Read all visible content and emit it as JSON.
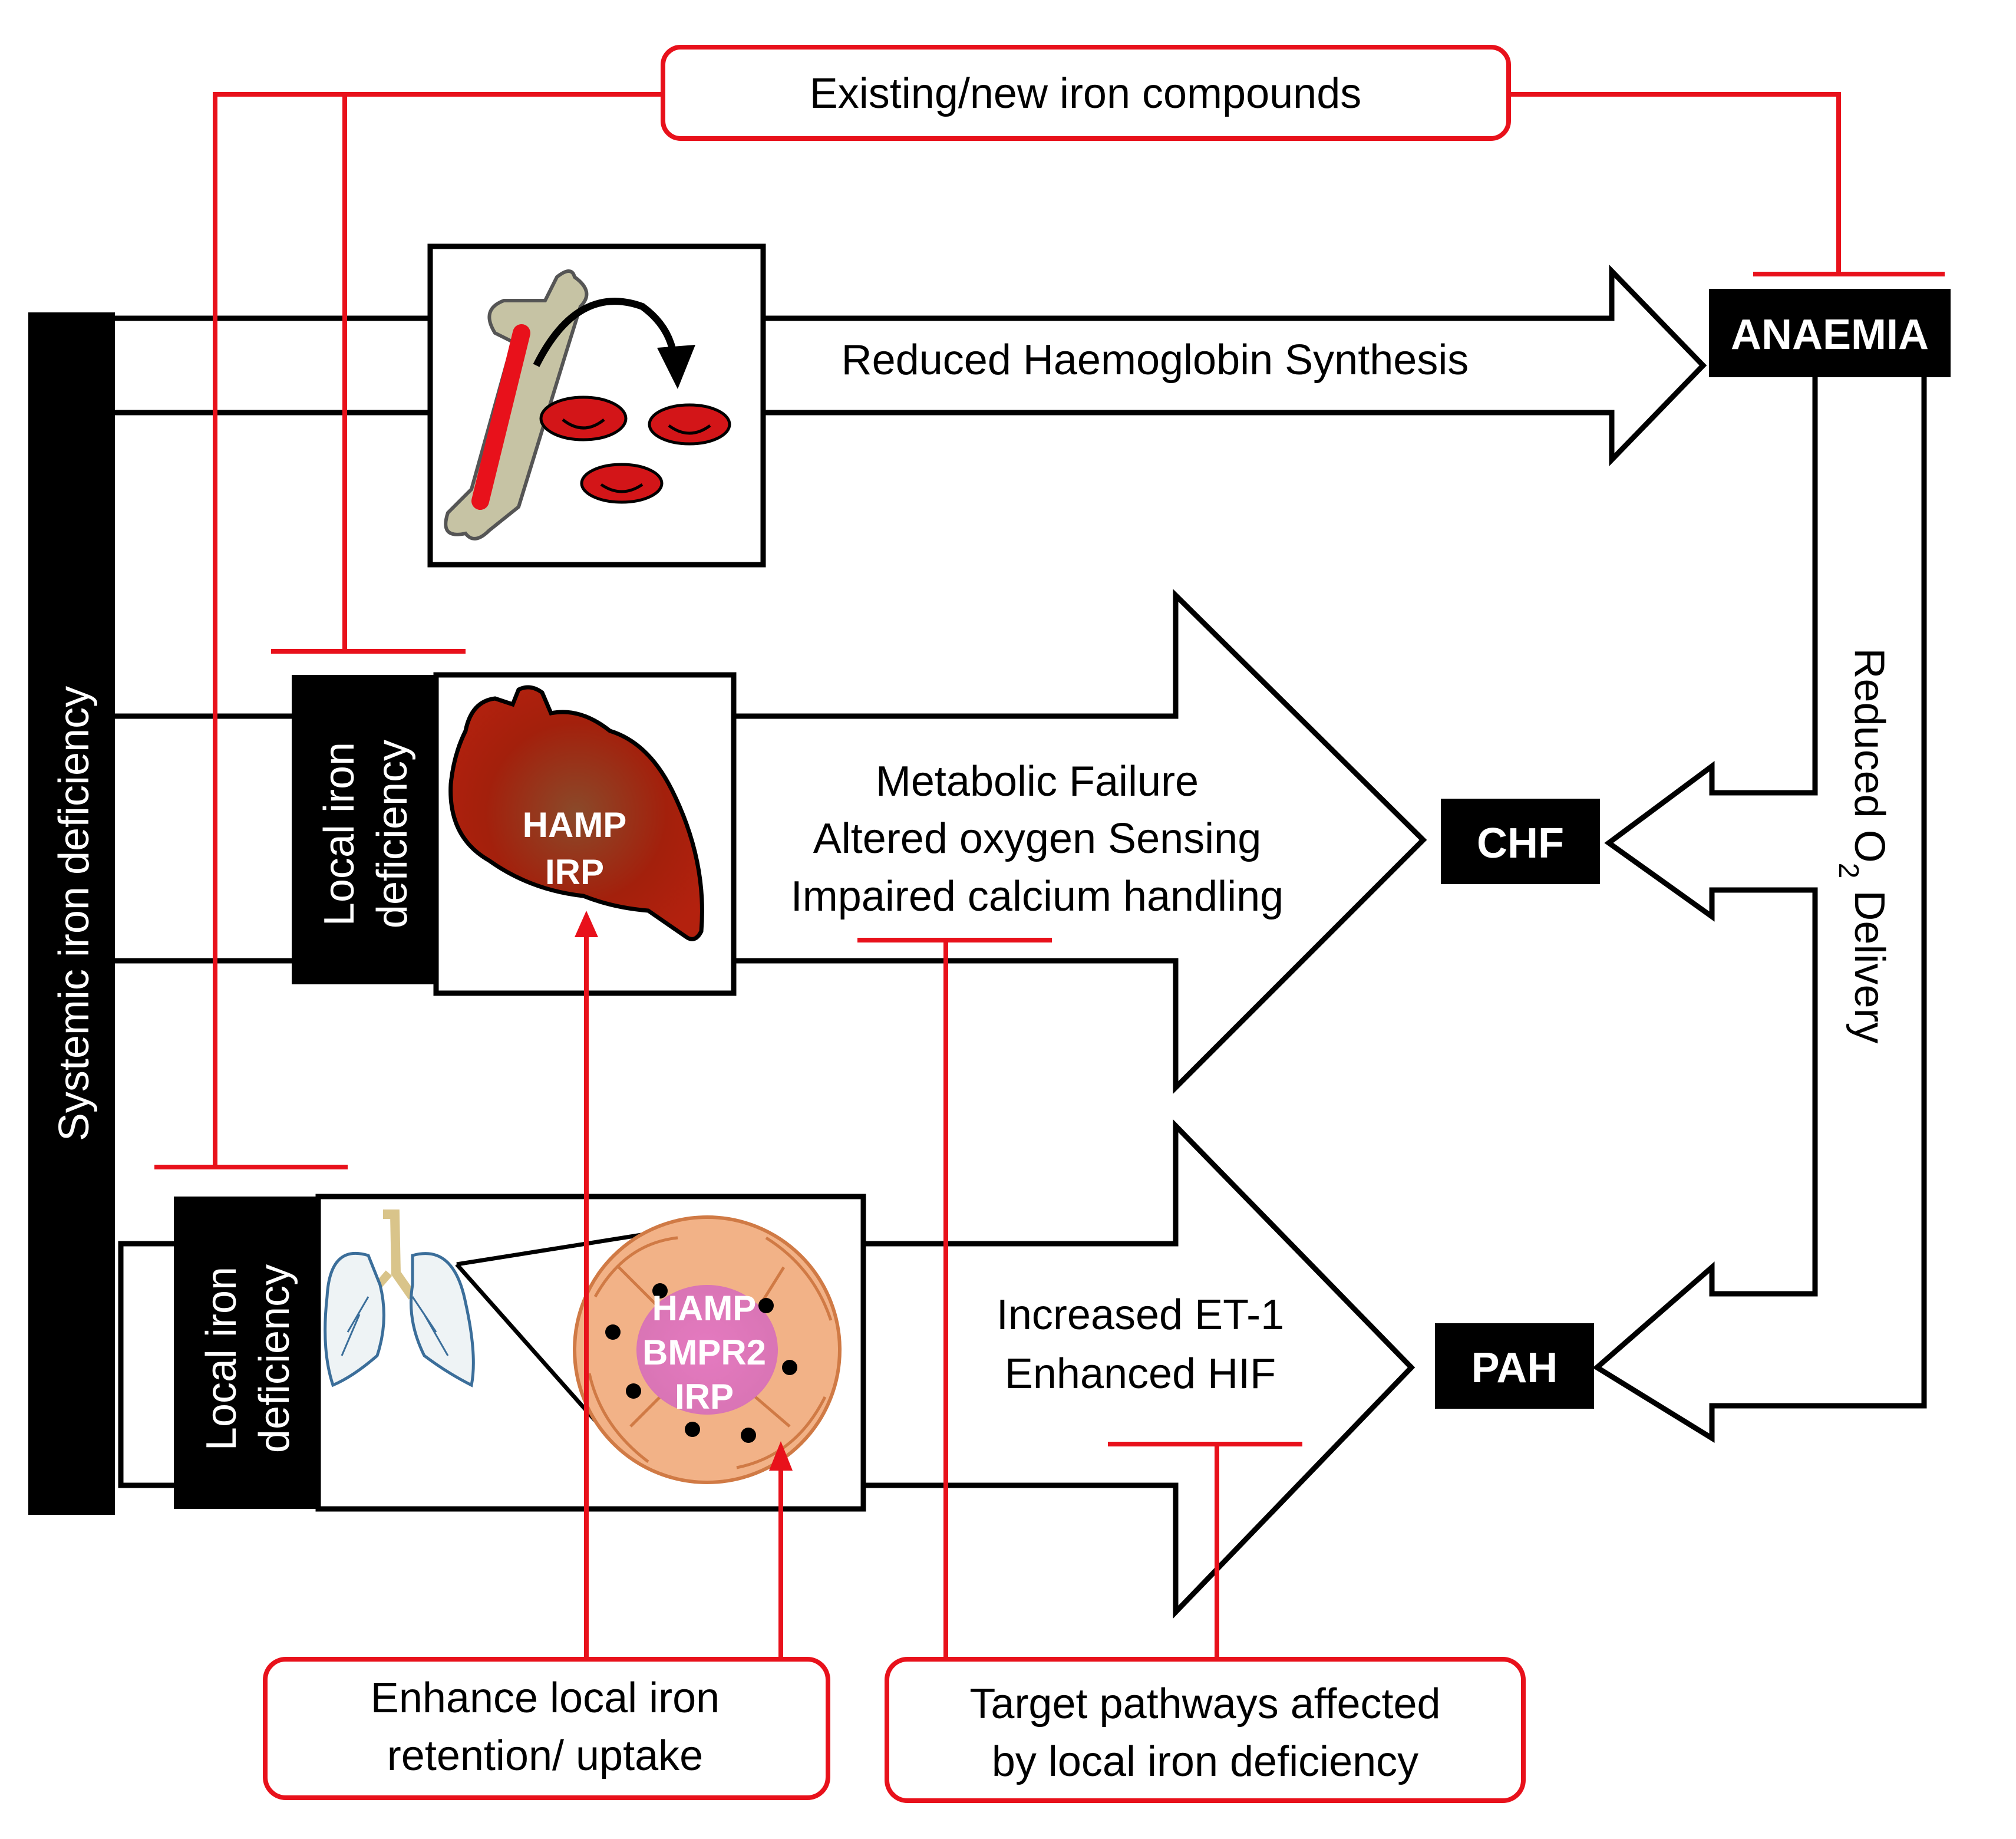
{
  "treatments": {
    "iron_compounds": "Existing/new iron compounds",
    "local_retention": [
      "Enhance local iron",
      "retention/ uptake"
    ],
    "target_pathways": [
      "Target pathways affected",
      "by local iron deficiency"
    ]
  },
  "systemic": {
    "label": "Systemic iron deficiency"
  },
  "heart_panel": {
    "local_label": [
      "Local iron",
      "deficiency"
    ],
    "markers": [
      "HAMP",
      "IRP"
    ]
  },
  "lung_panel": {
    "local_label": [
      "Local iron",
      "deficiency"
    ],
    "markers": [
      "HAMP",
      "BMPR2",
      "IRP"
    ]
  },
  "pathways": {
    "haemoglobin": "Reduced Haemoglobin Synthesis",
    "heart": [
      "Metabolic Failure",
      "Altered oxygen Sensing",
      "Impaired calcium handling"
    ],
    "lung": [
      "Increased ET-1",
      "Enhanced HIF"
    ]
  },
  "outcomes": {
    "anaemia": "ANAEMIA",
    "chf": "CHF",
    "pah": "PAH",
    "o2_delivery": "Reduced O",
    "o2_subscript": "2",
    "o2_suffix": " Delivery"
  },
  "colors": {
    "inhibitor_red": "#e8111b",
    "rbc_red": "#d31518",
    "heart": "#a3200c",
    "cell_orange": "#f2b287",
    "nucleus_pink": "#e57ac0"
  }
}
